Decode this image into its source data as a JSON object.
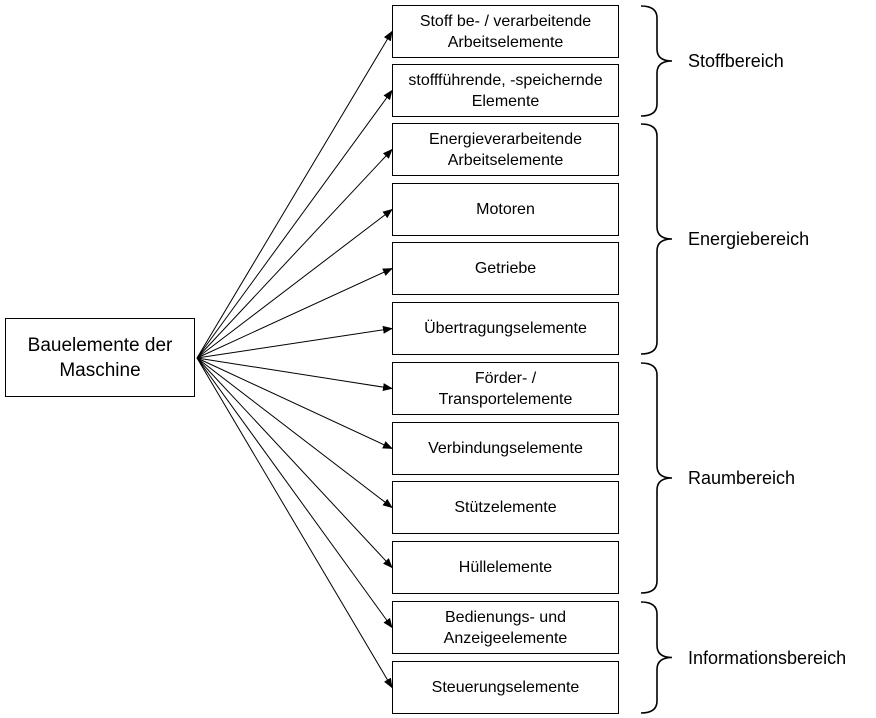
{
  "source": {
    "label": "Bauelemente der\nMaschine"
  },
  "elements": [
    {
      "label": "Stoff be- / verarbeitende\nArbeitselemente"
    },
    {
      "label": "stoffführende, -speichernde\nElemente"
    },
    {
      "label": "Energieverarbeitende\nArbeitselemente"
    },
    {
      "label": "Motoren"
    },
    {
      "label": "Getriebe"
    },
    {
      "label": "Übertragungselemente"
    },
    {
      "label": "Förder- /\nTransportelemente"
    },
    {
      "label": "Verbindungselemente"
    },
    {
      "label": "Stützelemente"
    },
    {
      "label": "Hüllelemente"
    },
    {
      "label": "Bedienungs- und\nAnzeigeelemente"
    },
    {
      "label": "Steuerungselemente"
    }
  ],
  "groups": [
    {
      "label": "Stoffbereich",
      "from": 0,
      "to": 1
    },
    {
      "label": "Energiebereich",
      "from": 2,
      "to": 5
    },
    {
      "label": "Raumbereich",
      "from": 6,
      "to": 9
    },
    {
      "label": "Informationsbereich",
      "from": 10,
      "to": 11
    }
  ]
}
